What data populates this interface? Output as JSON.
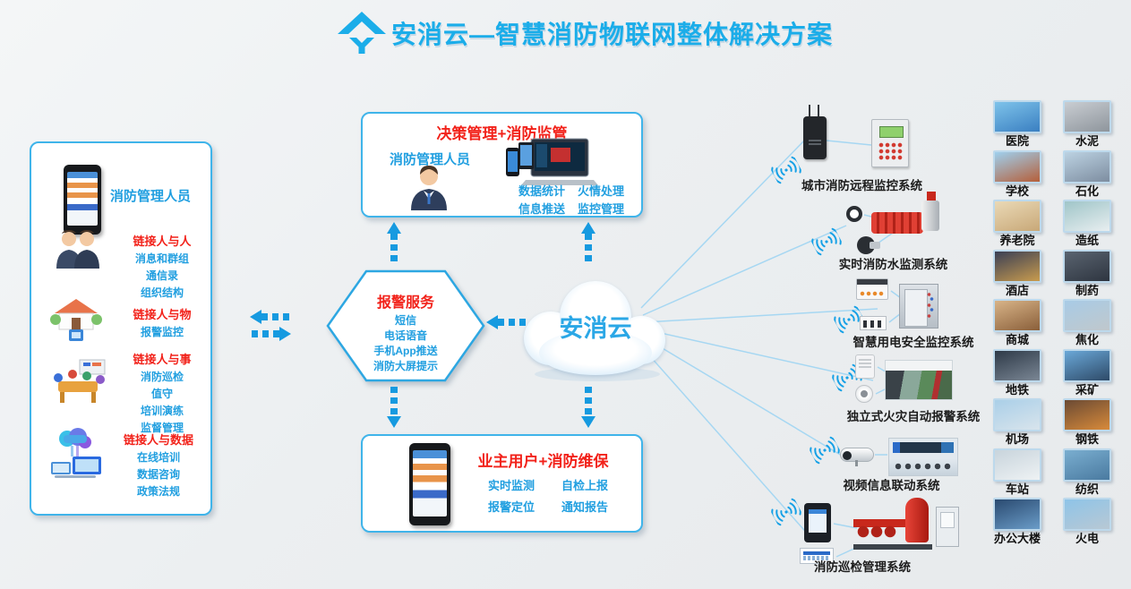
{
  "title": {
    "logo_icon": "anxiao-cloud-logo-icon",
    "text": "安消云—智慧消防物联网整体解决方案"
  },
  "colors": {
    "accent_blue": "#1bade9",
    "text_blue": "#219fe0",
    "text_red": "#f2221a",
    "border_blue": "#3fb4ea",
    "arrow_blue": "#169ae0",
    "wire_blue": "#a6d7f2",
    "label_dark": "#1c1c1c"
  },
  "left_panel": {
    "role": "消防管理人员",
    "sections": [
      {
        "icon": "people-icon",
        "title": "链接人与人",
        "items": [
          "消息和群组",
          "通信录",
          "组织结构"
        ]
      },
      {
        "icon": "house-icon",
        "title": "链接人与物",
        "items": [
          "报警监控"
        ]
      },
      {
        "icon": "meeting-icon",
        "title": "链接人与事",
        "items": [
          "消防巡检",
          "值守",
          "培训演练",
          "监督管理"
        ]
      },
      {
        "icon": "data-icon",
        "title": "链接人与数据",
        "items": [
          "在线培训",
          "数据咨询",
          "政策法规"
        ]
      }
    ]
  },
  "decision_box": {
    "title": "决策管理+消防监管",
    "subtitle": "消防管理人员",
    "items_left": [
      "数据统计",
      "信息推送"
    ],
    "items_right": [
      "火情处理",
      "监控管理"
    ]
  },
  "alarm_service": {
    "title": "报警服务",
    "items": [
      "短信",
      "电话语音",
      "手机App推送",
      "消防大屏提示"
    ]
  },
  "cloud": {
    "label": "安消云"
  },
  "owner_box": {
    "title": "业主用户+消防维保",
    "items_left": [
      "实时监测",
      "报警定位"
    ],
    "items_right": [
      "自检上报",
      "通知报告"
    ]
  },
  "systems": [
    {
      "label": "城市消防远程监控系统"
    },
    {
      "label": "实时消防水监测系统"
    },
    {
      "label": "智慧用电安全监控系统"
    },
    {
      "label": "独立式火灾自动报警系统"
    },
    {
      "label": "视频信息联动系统"
    },
    {
      "label": "消防巡检管理系统"
    }
  ],
  "industries": [
    {
      "label": "医院",
      "photo": [
        "#7ec3ea",
        "#3a7fc1"
      ]
    },
    {
      "label": "水泥",
      "photo": [
        "#c9cdd2",
        "#8e959c"
      ]
    },
    {
      "label": "学校",
      "photo": [
        "#9fd0ee",
        "#b55f3a"
      ]
    },
    {
      "label": "石化",
      "photo": [
        "#bcd2e2",
        "#7d8da0"
      ]
    },
    {
      "label": "养老院",
      "photo": [
        "#ead9b6",
        "#c8a878"
      ]
    },
    {
      "label": "造纸",
      "photo": [
        "#9fc5c8",
        "#e8eef0"
      ]
    },
    {
      "label": "酒店",
      "photo": [
        "#3a3f55",
        "#c89b4e"
      ]
    },
    {
      "label": "制药",
      "photo": [
        "#5a6470",
        "#2e3540"
      ]
    },
    {
      "label": "商城",
      "photo": [
        "#d8b488",
        "#8a5f3a"
      ]
    },
    {
      "label": "焦化",
      "photo": [
        "#a8cbe6",
        "#c0c8cc"
      ]
    },
    {
      "label": "地铁",
      "photo": [
        "#2e3a48",
        "#7a8694"
      ]
    },
    {
      "label": "采矿",
      "photo": [
        "#6aa8d8",
        "#2e4a68"
      ]
    },
    {
      "label": "机场",
      "photo": [
        "#aacfe8",
        "#d8e4ec"
      ]
    },
    {
      "label": "钢铁",
      "photo": [
        "#6a4a34",
        "#d88a3a"
      ]
    },
    {
      "label": "车站",
      "photo": [
        "#c8d4dc",
        "#eef2f4"
      ]
    },
    {
      "label": "纺织",
      "photo": [
        "#7aaed0",
        "#4a7aa0"
      ]
    },
    {
      "label": "办公大楼",
      "photo": [
        "#2a4a70",
        "#6a9cc8"
      ]
    },
    {
      "label": "火电",
      "photo": [
        "#8ec4e8",
        "#b8c8d4"
      ]
    }
  ]
}
